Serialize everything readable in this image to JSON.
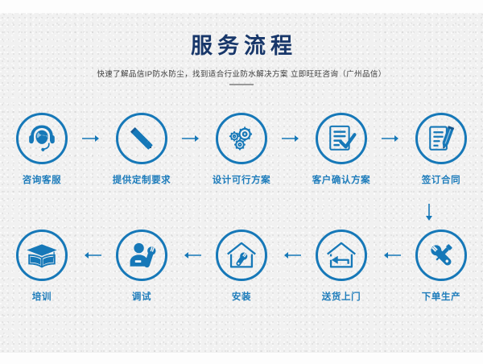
{
  "header": {
    "title": "服务流程",
    "subtitle": "快速了解品信IP防水防尘，找到适合行业防水解决方案  立即旺旺咨询（广州品信）"
  },
  "colors": {
    "title": "#18376a",
    "accent": "#1678b8",
    "label": "#1d7cbb",
    "background": "#f1f1f1",
    "subtitle": "#3c3c3c"
  },
  "flow": {
    "row1": [
      {
        "label": "咨询客服",
        "icon": "headset-support-icon"
      },
      {
        "label": "提供定制要求",
        "icon": "pencil-ruler-icon"
      },
      {
        "label": "设计可行方案",
        "icon": "gears-icon"
      },
      {
        "label": "客户确认方案",
        "icon": "checklist-check-icon"
      },
      {
        "label": "签订合同",
        "icon": "document-pen-icon"
      }
    ],
    "row2": [
      {
        "label": "培训",
        "icon": "graduation-cap-book-icon"
      },
      {
        "label": "调试",
        "icon": "technician-wrench-icon"
      },
      {
        "label": "安装",
        "icon": "house-wrench-icon"
      },
      {
        "label": "送货上门",
        "icon": "house-delivery-arrow-icon"
      },
      {
        "label": "下单生产",
        "icon": "wrench-screwdriver-icon"
      }
    ],
    "arrow_right": "arrow-right-icon",
    "arrow_left": "arrow-left-icon",
    "arrow_down": "arrow-down-icon"
  }
}
